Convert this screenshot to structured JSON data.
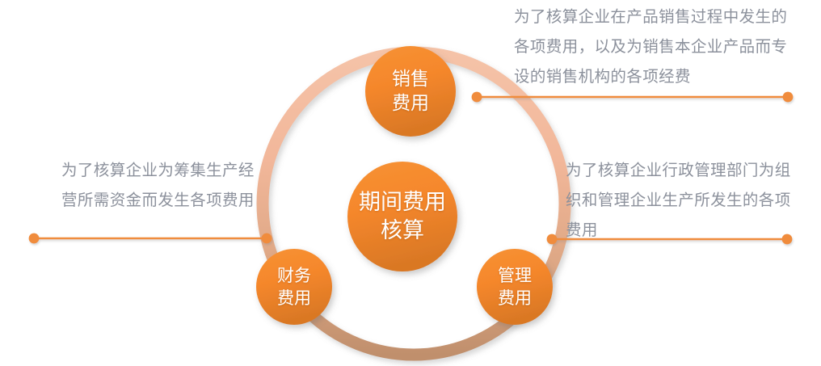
{
  "diagram": {
    "title_node": {
      "id": "center-node",
      "label": "期间费用\n核算",
      "color": "#F5862B"
    },
    "nodes": [
      {
        "id": "sales-expense",
        "label": "销售\n费用",
        "color": "#F5862B",
        "position": "top"
      },
      {
        "id": "financial-expense",
        "label": "财务\n费用",
        "color": "#F5862B",
        "position": "bottom-left"
      },
      {
        "id": "admin-expense",
        "label": "管理\n费用",
        "color": "#F5862B",
        "position": "bottom-right"
      }
    ],
    "descriptions": [
      {
        "id": "sales-expense-desc",
        "for": "sales-expense",
        "text": "为了核算企业在产品销售过程中发生的各项费用，以及为销售本企业产品而专设的销售机构的各项经费",
        "position": "top-right"
      },
      {
        "id": "financial-expense-desc",
        "for": "financial-expense",
        "text": "为了核算企业为筹集生产经营所需资金而发生各项费用",
        "position": "left"
      },
      {
        "id": "admin-expense-desc",
        "for": "admin-expense",
        "text": "为了核算企业行政管理部门为组织和管理企业生产所发生的各项费用",
        "position": "right"
      }
    ],
    "connectors": [
      {
        "id": "connector-sales",
        "from": "sales-expense",
        "to": "sales-expense-desc",
        "color": "#F08C3C"
      },
      {
        "id": "connector-financial",
        "from": "financial-expense",
        "to": "financial-expense-desc",
        "color": "#F08C3C"
      },
      {
        "id": "connector-admin",
        "from": "admin-expense",
        "to": "admin-expense-desc",
        "color": "#F08C3C"
      }
    ],
    "ring": {
      "id": "process-ring",
      "color_top": "#F2B79A",
      "color_bottom": "#C6946F"
    }
  }
}
